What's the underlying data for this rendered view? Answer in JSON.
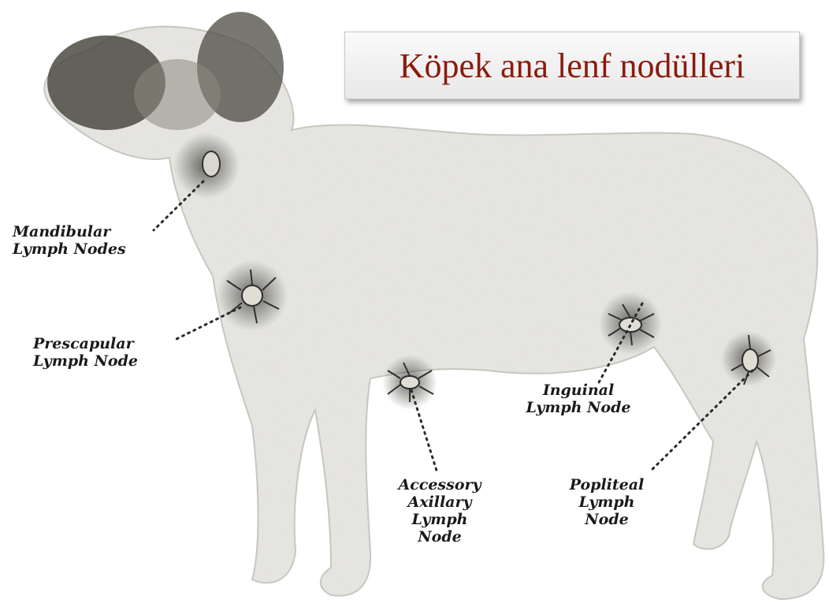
{
  "title": "Köpek ana lenf nodülleri",
  "labels": {
    "mandibular": [
      "Mandibular",
      "Lymph Nodes"
    ],
    "prescapular": [
      "Prescapular",
      "Lymph Node"
    ],
    "inguinal": [
      "Inguinal",
      "Lymph Node"
    ],
    "accessory_axillary": [
      "Accessory",
      "Axillary",
      "Lymph",
      "Node"
    ],
    "popliteal": [
      "Popliteal",
      "Lymph",
      "Node"
    ]
  },
  "colors": {
    "title_text": "#8b1a0c",
    "ink": "#2a2a2a",
    "dog_body": "#e9e7e1"
  }
}
